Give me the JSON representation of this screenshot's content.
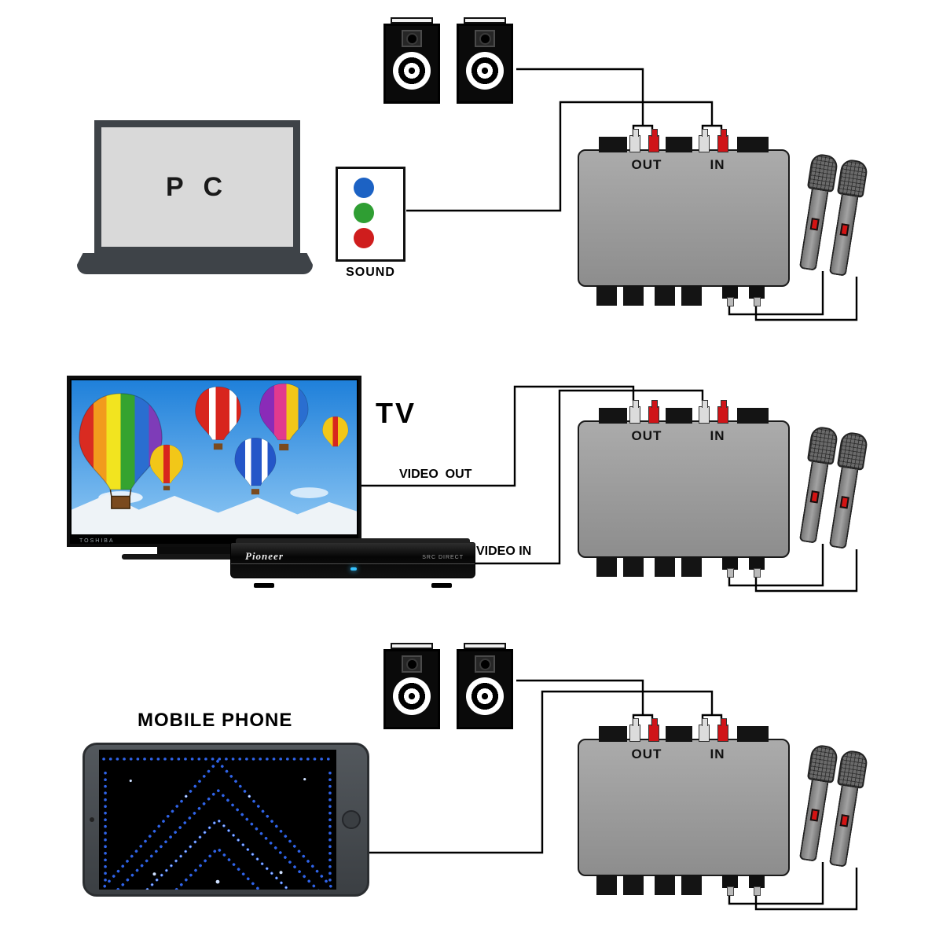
{
  "pc_section": {
    "pc_label": "P C",
    "sound_label": "SOUND"
  },
  "tv_section": {
    "tv_label": "TV",
    "video_out_label": "VIDEO  OUT",
    "video_in_label": "VIDEO IN",
    "tv_brand": "TOSHIBA",
    "player_brand": "Pioneer",
    "player_text": "SRC DIRECT"
  },
  "mobile_section": {
    "label": "MOBILE PHONE"
  },
  "mixer": {
    "out_label": "OUT",
    "in_label": "IN"
  },
  "colors": {
    "wire": "#000000",
    "mixer_body": "#9a9a9a",
    "rca_white": "#dcdcdc",
    "rca_red": "#cf1418",
    "sound_jack_blue": "#1c62c4",
    "sound_jack_green": "#2f9e33",
    "sound_jack_red": "#cf1d1d",
    "mic_switch_red": "#d31313",
    "led_blue": "#2f63e8"
  }
}
